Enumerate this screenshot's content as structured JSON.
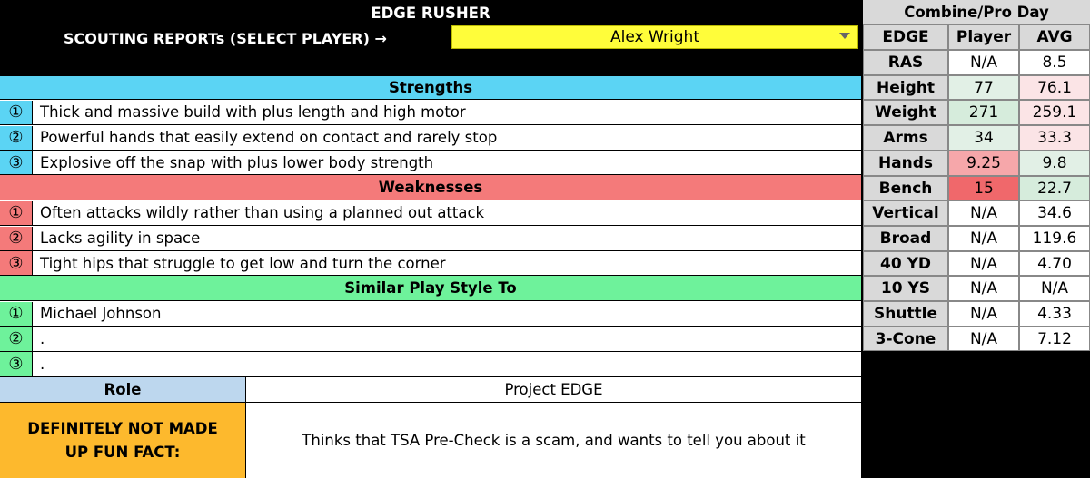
{
  "header": {
    "title": "EDGE RUSHER",
    "scouting_label": "SCOUTING REPORTs (SELECT PLAYER) →",
    "selected_player": "Alex Wright"
  },
  "strengths": {
    "heading": "Strengths",
    "items": [
      {
        "num": "①",
        "text": "Thick and massive build with plus length and high motor"
      },
      {
        "num": "②",
        "text": "Powerful hands that easily extend on contact and rarely stop"
      },
      {
        "num": "③",
        "text": "Explosive off the snap with plus lower body strength"
      }
    ]
  },
  "weaknesses": {
    "heading": "Weaknesses",
    "items": [
      {
        "num": "①",
        "text": "Often attacks wildly rather than using a planned out attack"
      },
      {
        "num": "②",
        "text": "Lacks agility in space"
      },
      {
        "num": "③",
        "text": "Tight hips that struggle to get low and turn the corner"
      }
    ]
  },
  "similar": {
    "heading": "Similar Play Style To",
    "items": [
      {
        "num": "①",
        "text": "Michael Johnson"
      },
      {
        "num": "②",
        "text": "."
      },
      {
        "num": "③",
        "text": "."
      }
    ]
  },
  "role": {
    "label": "Role",
    "value": "Project EDGE"
  },
  "fun_fact": {
    "label": "DEFINITELY NOT MADE UP FUN FACT:",
    "value": "Thinks that TSA Pre-Check is a scam, and wants to tell you about it"
  },
  "combine": {
    "title": "Combine/Pro Day",
    "columns": [
      "EDGE",
      "Player",
      "AVG"
    ],
    "rows": [
      {
        "metric": "RAS",
        "player": "N/A",
        "avg": "8.5",
        "player_color": "#ffffff",
        "avg_color": "#ffffff"
      },
      {
        "metric": "Height",
        "player": "77",
        "avg": "76.1",
        "player_color": "#e2f0e6",
        "avg_color": "#fbe4e6"
      },
      {
        "metric": "Weight",
        "player": "271",
        "avg": "259.1",
        "player_color": "#d6ecdc",
        "avg_color": "#fbe4e6"
      },
      {
        "metric": "Arms",
        "player": "34",
        "avg": "33.3",
        "player_color": "#e2f0e6",
        "avg_color": "#fbe4e6"
      },
      {
        "metric": "Hands",
        "player": "9.25",
        "avg": "9.8",
        "player_color": "#f6a7aa",
        "avg_color": "#e2f0e6"
      },
      {
        "metric": "Bench",
        "player": "15",
        "avg": "22.7",
        "player_color": "#f0686b",
        "avg_color": "#d6ecdc"
      },
      {
        "metric": "Vertical",
        "player": "N/A",
        "avg": "34.6",
        "player_color": "#ffffff",
        "avg_color": "#ffffff"
      },
      {
        "metric": "Broad",
        "player": "N/A",
        "avg": "119.6",
        "player_color": "#ffffff",
        "avg_color": "#ffffff"
      },
      {
        "metric": "40 YD",
        "player": "N/A",
        "avg": "4.70",
        "player_color": "#ffffff",
        "avg_color": "#ffffff"
      },
      {
        "metric": "10 YS",
        "player": "N/A",
        "avg": "N/A",
        "player_color": "#ffffff",
        "avg_color": "#ffffff"
      },
      {
        "metric": "Shuttle",
        "player": "N/A",
        "avg": "4.33",
        "player_color": "#ffffff",
        "avg_color": "#ffffff"
      },
      {
        "metric": "3-Cone",
        "player": "N/A",
        "avg": "7.12",
        "player_color": "#ffffff",
        "avg_color": "#ffffff"
      }
    ]
  }
}
